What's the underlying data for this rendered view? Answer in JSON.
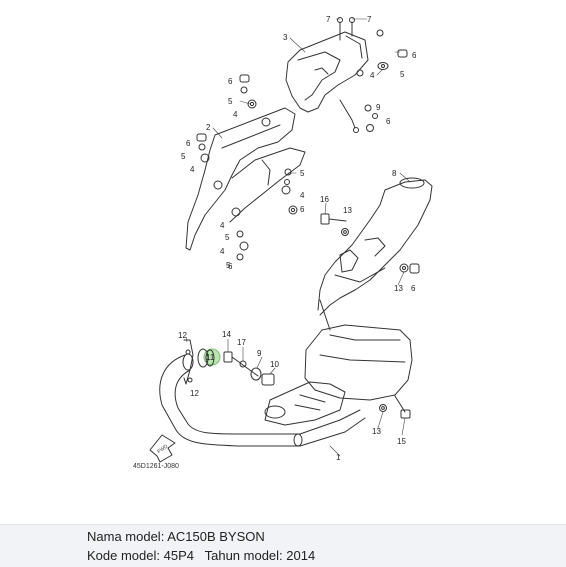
{
  "diagram": {
    "code": "45D1261-J080",
    "fwd_label": "FWD",
    "highlight_color": "#b9e6b0",
    "callouts": [
      {
        "id": "c7a",
        "label": "7"
      },
      {
        "id": "c7b",
        "label": "7"
      },
      {
        "id": "c3",
        "label": "3"
      },
      {
        "id": "c6a",
        "label": "6"
      },
      {
        "id": "c5a",
        "label": "5"
      },
      {
        "id": "c4a",
        "label": "4"
      },
      {
        "id": "c6b",
        "label": "6"
      },
      {
        "id": "c5b",
        "label": "5"
      },
      {
        "id": "c4b",
        "label": "4"
      },
      {
        "id": "c2",
        "label": "2"
      },
      {
        "id": "c6c",
        "label": "6"
      },
      {
        "id": "c5c",
        "label": "5"
      },
      {
        "id": "c4c",
        "label": "4"
      },
      {
        "id": "c9a",
        "label": "9"
      },
      {
        "id": "c6d",
        "label": "6"
      },
      {
        "id": "c5d",
        "label": "5"
      },
      {
        "id": "c4d",
        "label": "4"
      },
      {
        "id": "c6e",
        "label": "6"
      },
      {
        "id": "c5e",
        "label": "5"
      },
      {
        "id": "c4e",
        "label": "4"
      },
      {
        "id": "c8",
        "label": "8"
      },
      {
        "id": "c16",
        "label": "16"
      },
      {
        "id": "c13a",
        "label": "13"
      },
      {
        "id": "c4f",
        "label": "4"
      },
      {
        "id": "c5f",
        "label": "5"
      },
      {
        "id": "c6f",
        "label": "6"
      },
      {
        "id": "c6g",
        "label": "6"
      },
      {
        "id": "c13b",
        "label": "13"
      },
      {
        "id": "c12a",
        "label": "12"
      },
      {
        "id": "c14",
        "label": "14"
      },
      {
        "id": "c17",
        "label": "17"
      },
      {
        "id": "c9b",
        "label": "9"
      },
      {
        "id": "c10",
        "label": "10"
      },
      {
        "id": "c11",
        "label": "11"
      },
      {
        "id": "c12b",
        "label": "12"
      },
      {
        "id": "c13c",
        "label": "13"
      },
      {
        "id": "c15",
        "label": "15"
      },
      {
        "id": "c1",
        "label": "1"
      }
    ]
  },
  "info": {
    "model_name_label": "Nama model:",
    "model_name_value": "AC150B BYSON",
    "model_code_label": "Kode model:",
    "model_code_value": "45P4",
    "model_year_label": "Tahun model:",
    "model_year_value": "2014"
  }
}
